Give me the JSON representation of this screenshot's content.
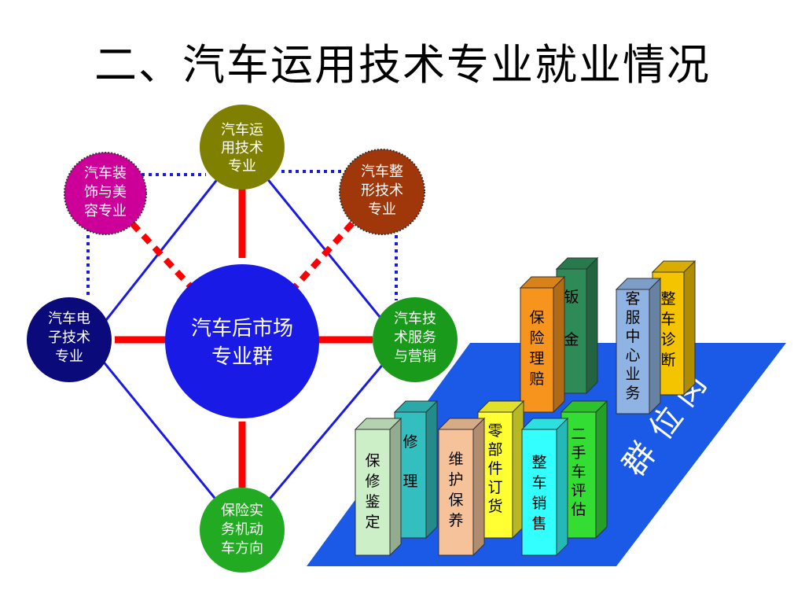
{
  "title": "二、汽车运用技术专业就业情况",
  "center": {
    "lines": [
      "汽车后市场",
      "专业群"
    ]
  },
  "nodes": {
    "top": [
      "汽车运",
      "用技术",
      "专业"
    ],
    "upper_left": [
      "汽车装",
      "饰与美",
      "容专业"
    ],
    "upper_right": [
      "汽车整",
      "形技术",
      "专业"
    ],
    "left": [
      "汽车电",
      "子技术",
      "专业"
    ],
    "right": [
      "汽车技",
      "术服务",
      "与营销"
    ],
    "bottom": [
      "保险实",
      "务机动",
      "车方向"
    ]
  },
  "platform_label": [
    "岗",
    "位",
    "群"
  ],
  "jobs": [
    {
      "id": "baoxianlipei",
      "chars": [
        "保",
        "险",
        "理",
        "赔"
      ],
      "color": "#f7941d"
    },
    {
      "id": "banjin",
      "chars": [
        "钣",
        "金"
      ],
      "color": "#2e8b57"
    },
    {
      "id": "kefu",
      "chars": [
        "客",
        "服",
        "中",
        "心",
        "业",
        "务"
      ],
      "color": "#8fb4e3"
    },
    {
      "id": "zhengchezhenduan",
      "chars": [
        "整",
        "车",
        "诊",
        "断"
      ],
      "color": "#f5c400"
    },
    {
      "id": "baoxiujianding",
      "chars": [
        "保",
        "修",
        "鉴",
        "定"
      ],
      "color": "#ccefc8"
    },
    {
      "id": "xiuli",
      "chars": [
        "修",
        "理"
      ],
      "color": "#33bfbf"
    },
    {
      "id": "weihubaoyang",
      "chars": [
        "维",
        "护",
        "保",
        "养"
      ],
      "color": "#f6c29a"
    },
    {
      "id": "lingbujian",
      "chars": [
        "零",
        "部",
        "件",
        "订",
        "货"
      ],
      "color": "#ffff33"
    },
    {
      "id": "zhengchexiaoshou",
      "chars": [
        "整",
        "车",
        "销",
        "售"
      ],
      "color": "#33ffff"
    },
    {
      "id": "ershouche",
      "chars": [
        "二",
        "手",
        "车",
        "评",
        "估"
      ],
      "color": "#33dd33"
    }
  ],
  "colors": {
    "center": "#1a1ae6",
    "top": "#808000",
    "upper_left": "#cc0099",
    "upper_right": "#a0370a",
    "left": "#0a0a7a",
    "right": "#1a9a1a",
    "bottom": "#22aa22",
    "platform": "#1a5ae6",
    "link_solid": "#ff0000",
    "link_blue": "#1a1ae6"
  }
}
